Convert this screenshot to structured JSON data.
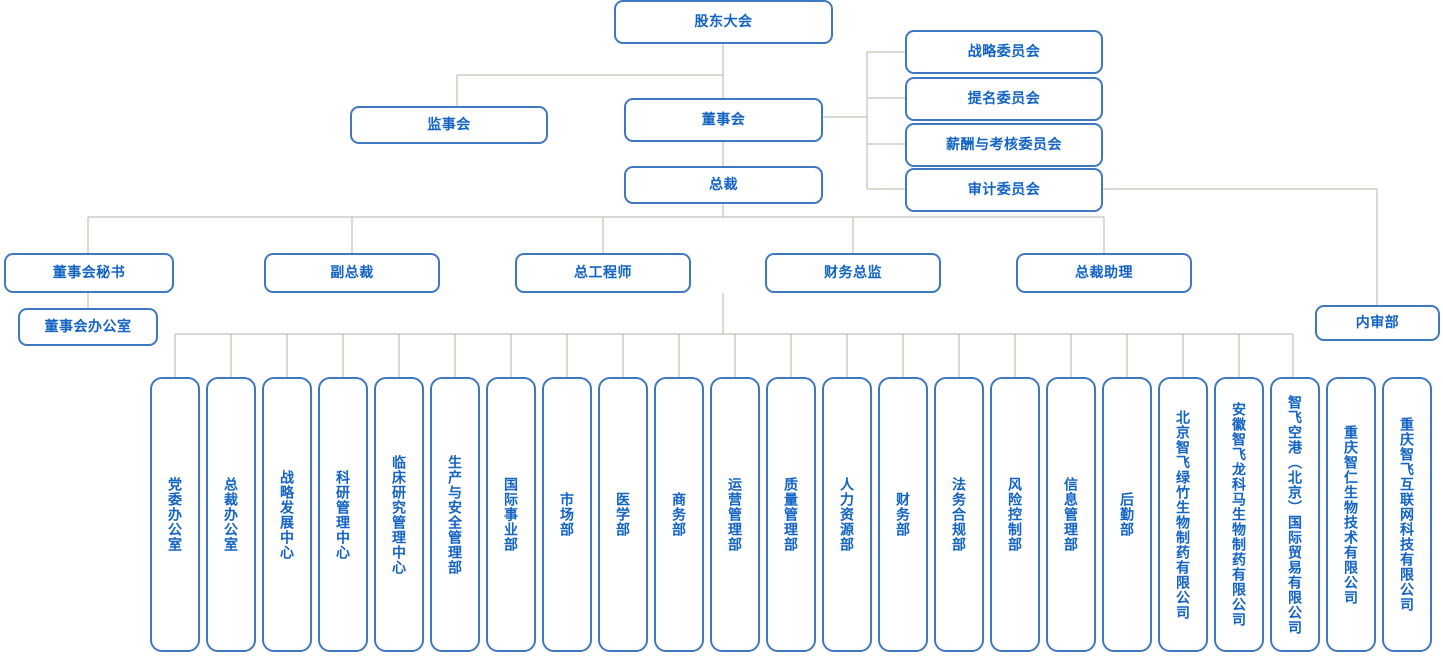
{
  "meta": {
    "title": "组织架构图",
    "accent_border": "#3f78c0",
    "accent_text": "#1263c4",
    "line_color": "#b9b3a6",
    "background": "#ffffff"
  },
  "top": {
    "shareholders_meeting": "股东大会",
    "board_of_directors": "董事会",
    "supervisory_board": "监事会",
    "president": "总裁"
  },
  "committees": [
    {
      "label": "战略委员会"
    },
    {
      "label": "提名委员会"
    },
    {
      "label": "薪酬与考核委员会"
    },
    {
      "label": "审计委员会"
    }
  ],
  "executives": [
    {
      "label": "董事会秘书"
    },
    {
      "label": "副总裁"
    },
    {
      "label": "总工程师"
    },
    {
      "label": "财务总监"
    },
    {
      "label": "总裁助理"
    }
  ],
  "board_office": {
    "label": "董事会办公室"
  },
  "internal_audit": {
    "label": "内审部"
  },
  "departments": [
    {
      "label": "党委办公室"
    },
    {
      "label": "总裁办公室"
    },
    {
      "label": "战略发展中心"
    },
    {
      "label": "科研管理中心"
    },
    {
      "label": "临床研究管理中心"
    },
    {
      "label": "生产与安全管理部"
    },
    {
      "label": "国际事业部"
    },
    {
      "label": "市场部"
    },
    {
      "label": "医学部"
    },
    {
      "label": "商务部"
    },
    {
      "label": "运营管理部"
    },
    {
      "label": "质量管理部"
    },
    {
      "label": "人力资源部"
    },
    {
      "label": "财务部"
    },
    {
      "label": "法务合规部"
    },
    {
      "label": "风险控制部"
    },
    {
      "label": "信息管理部"
    },
    {
      "label": "后勤部"
    },
    {
      "label": "北京智飞绿竹生物制药有限公司"
    },
    {
      "label": "安徽智飞龙科马生物制药有限公司"
    },
    {
      "label": "智飞空港（北京）国际贸易有限公司"
    },
    {
      "label": "重庆智仁生物技术有限公司"
    },
    {
      "label": "重庆智飞互联网科技有限公司"
    }
  ]
}
